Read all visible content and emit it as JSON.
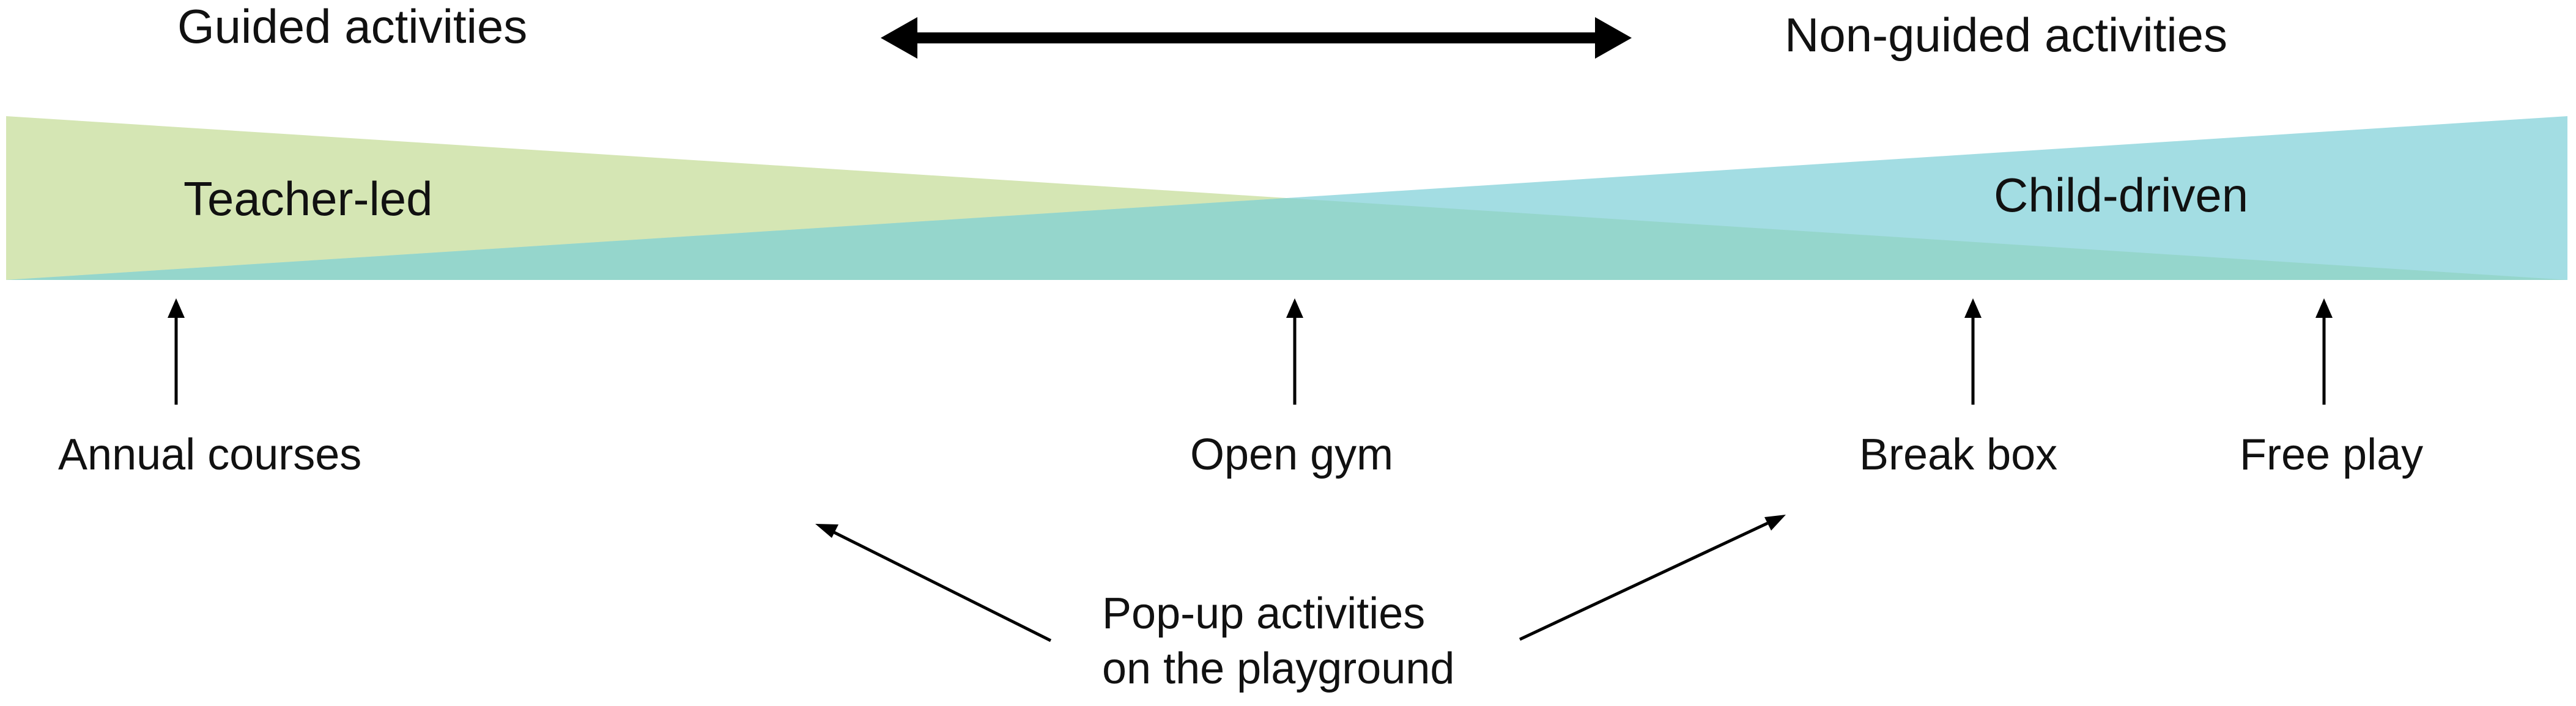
{
  "header": {
    "left_label": "Guided activities",
    "right_label": "Non-guided activities"
  },
  "spectrum": {
    "left_label": "Teacher-led",
    "right_label": "Child-driven",
    "left_color": "#D5E6B4",
    "right_color": "#A3DDE3",
    "overlap_color": "#95D6CC"
  },
  "markers": [
    {
      "label": "Annual courses"
    },
    {
      "label": "Open gym"
    },
    {
      "label": "Break box"
    },
    {
      "label": "Free play"
    }
  ],
  "popup": {
    "line1": "Pop-up activities",
    "line2": "on the playground"
  }
}
